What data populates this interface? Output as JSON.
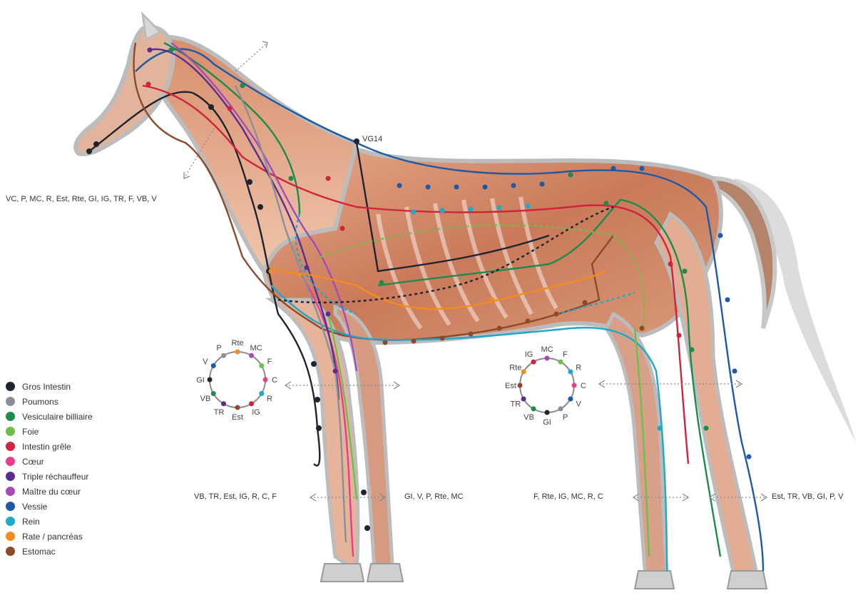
{
  "point_label": "VG14",
  "text_labels": {
    "head": "VC, P, MC, R, Est, Rte, GI, IG, TR, F, VB, V",
    "front_inner": "VB, TR, Est, IG, R, C, F",
    "front_outer": "GI, V, P, Rte, MC",
    "hind_inner": "F, Rte, IG, MC, R, C",
    "hind_outer": "Est, TR, VB, GI, P, V"
  },
  "front_clock": [
    "Rte",
    "MC",
    "F",
    "C",
    "R",
    "IG",
    "Est",
    "TR",
    "VB",
    "GI",
    "V",
    "P"
  ],
  "hind_clock": [
    "MC",
    "F",
    "R",
    "C",
    "V",
    "P",
    "GI",
    "VB",
    "TR",
    "Est",
    "Rte",
    "IG"
  ],
  "legend": [
    {
      "label": "Gros Intestin",
      "color": "#1f2430"
    },
    {
      "label": "Poumons",
      "color": "#8b8f96"
    },
    {
      "label": "Vesiculaire billiaire",
      "color": "#1e8a4c"
    },
    {
      "label": "Foie",
      "color": "#6cc04a"
    },
    {
      "label": "Intestin grêle",
      "color": "#d1243a"
    },
    {
      "label": "Cœur",
      "color": "#e83e8c"
    },
    {
      "label": "Triple réchauffeur",
      "color": "#5c2d91"
    },
    {
      "label": "Maître du cœur",
      "color": "#a44cb5"
    },
    {
      "label": "Vessie",
      "color": "#1c5aa8"
    },
    {
      "label": "Rein",
      "color": "#1fa8c9"
    },
    {
      "label": "Rate / pancréas",
      "color": "#f28c1e"
    },
    {
      "label": "Estomac",
      "color": "#8b4a2b"
    }
  ],
  "clock_colors": {
    "GI": "#1f2430",
    "P": "#8b8f96",
    "VB": "#1e8a4c",
    "F": "#6cc04a",
    "IG": "#d1243a",
    "C": "#e83e8c",
    "TR": "#5c2d91",
    "MC": "#a44cb5",
    "V": "#1c5aa8",
    "R": "#1fa8c9",
    "Rte": "#f28c1e",
    "Est": "#8b4a2b"
  }
}
